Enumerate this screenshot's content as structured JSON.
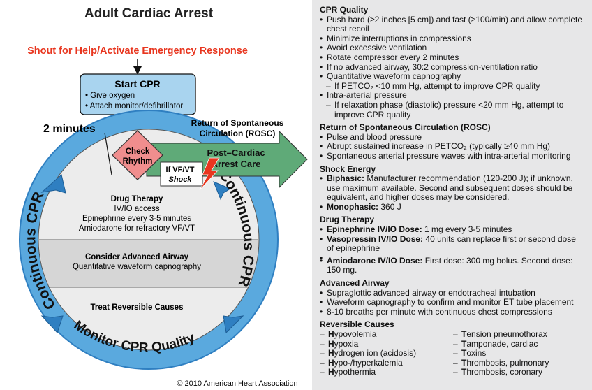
{
  "title": "Adult Cardiac Arrest",
  "shout": "Shout for Help/Activate Emergency Response",
  "start_cpr": {
    "heading": "Start CPR",
    "items": [
      "Give oxygen",
      "Attach monitor/defibrillator"
    ]
  },
  "two_minutes": "2 minutes",
  "check_rhythm": [
    "Check",
    "Rhythm"
  ],
  "rosc_label": [
    "Return of Spontaneous",
    "Circulation (ROSC)"
  ],
  "post_arrest": [
    "Post–Cardiac",
    "Arrest Care"
  ],
  "shock_box": [
    "If VF/VT",
    "Shock"
  ],
  "drug_therapy": {
    "heading": "Drug Therapy",
    "lines": [
      "IV/IO access",
      "Epinephrine every 3-5 minutes",
      "Amiodarone for refractory VF/VT"
    ]
  },
  "airway": {
    "heading": "Consider Advanced Airway",
    "lines": [
      "Quantitative waveform capnography"
    ]
  },
  "reversible": "Treat Reversible Causes",
  "ring_left": "Continuous CPR",
  "ring_right": "Continuous CPR",
  "ring_bottom": "Monitor CPR Quality",
  "copyright": "© 2010 American Heart Association",
  "colors": {
    "blue_box": "#a9d4ef",
    "ring": "#5aa9de",
    "ring_dark": "#2f7fc1",
    "diamond": "#f08e8e",
    "arrow_green": "#5faa78",
    "red_text": "#e8361f",
    "panel_bg": "#e7e7e8"
  },
  "panel": {
    "cpr_quality": {
      "heading": "CPR Quality",
      "items": [
        {
          "t": "Push hard (≥2 inches [5 cm]) and fast (≥100/min) and allow complete",
          "k": "b"
        },
        {
          "t": "chest recoil",
          "k": "c"
        },
        {
          "t": "Minimize interruptions in compressions",
          "k": "b"
        },
        {
          "t": "Avoid excessive ventilation",
          "k": "b"
        },
        {
          "t": "Rotate compressor every 2 minutes",
          "k": "b"
        },
        {
          "t": "If no advanced airway, 30:2 compression-ventilation ratio",
          "k": "b"
        },
        {
          "t": "Quantitative waveform capnography",
          "k": "b"
        },
        {
          "t": "If PETCO₂ <10 mm Hg, attempt to improve CPR quality",
          "k": "s"
        },
        {
          "t": "Intra-arterial pressure",
          "k": "b"
        },
        {
          "t": "If relaxation phase (diastolic) pressure <20 mm Hg, attempt to",
          "k": "s"
        },
        {
          "t": "improve CPR quality",
          "k": "s2"
        }
      ]
    },
    "rosc": {
      "heading": "Return of Spontaneous Circulation (ROSC)",
      "items": [
        {
          "t": "Pulse and blood pressure",
          "k": "b"
        },
        {
          "t": "Abrupt sustained increase in PETCO₂ (typically ≥40 mm Hg)",
          "k": "b"
        },
        {
          "t": "Spontaneous arterial pressure waves with intra-arterial monitoring",
          "k": "b"
        }
      ]
    },
    "shock": {
      "heading": "Shock Energy",
      "biphasic_label": "Biphasic:",
      "biphasic_text": "Manufacturer recommendation (120-200 J); if unknown,",
      "biphasic_cont": [
        "use maximum available. Second and subsequent doses should be",
        "equivalent, and higher doses may be considered."
      ],
      "mono_label": "Monophasic:",
      "mono_text": "360 J"
    },
    "drug": {
      "heading": "Drug Therapy",
      "epi_label": "Epinephrine IV/IO Dose:",
      "epi_text": "1 mg every 3-5 minutes",
      "vaso_label": "Vasopressin IV/IO Dose:",
      "vaso_text": "40 units can replace first or second dose",
      "vaso_cont": "of epinephrine",
      "amio_label": "Amiodarone IV/IO Dose:",
      "amio_text": "First dose: 300 mg bolus. Second dose: 150 mg."
    },
    "airway": {
      "heading": "Advanced Airway",
      "items": [
        {
          "t": "Supraglottic advanced airway or endotracheal intubation",
          "k": "b"
        },
        {
          "t": "Waveform capnography to confirm and monitor ET tube placement",
          "k": "b"
        },
        {
          "t": "8-10 breaths per minute with continuous chest compressions",
          "k": "b"
        }
      ]
    },
    "causes": {
      "heading": "Reversible Causes",
      "left": [
        "Hypovolemia",
        "Hypoxia",
        "Hydrogen ion (acidosis)",
        "Hypo-/hyperkalemia",
        "Hypothermia"
      ],
      "right": [
        "Tension pneumothorax",
        "Tamponade, cardiac",
        "Toxins",
        "Thrombosis, pulmonary",
        "Thrombosis, coronary"
      ]
    }
  }
}
